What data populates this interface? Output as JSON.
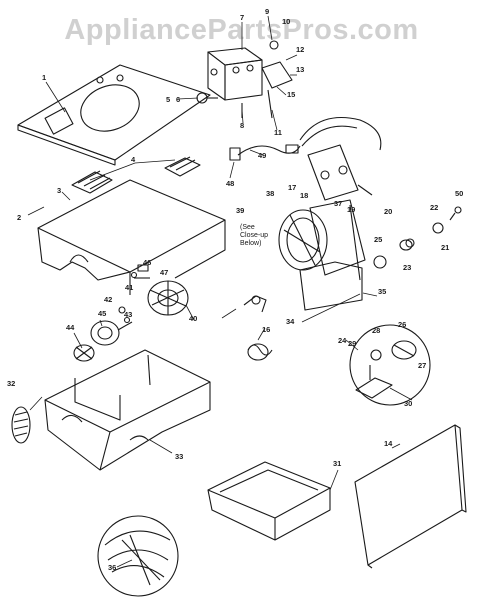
{
  "watermark": "AppliancePartsPros.com",
  "callouts": [
    {
      "id": "p1",
      "text": "1"
    },
    {
      "id": "p2",
      "text": "2"
    },
    {
      "id": "p3",
      "text": "3"
    },
    {
      "id": "p4",
      "text": "4"
    },
    {
      "id": "p5",
      "text": "5"
    },
    {
      "id": "p7",
      "text": "7"
    },
    {
      "id": "p8",
      "text": "8"
    },
    {
      "id": "p9",
      "text": "9"
    },
    {
      "id": "p10",
      "text": "10"
    },
    {
      "id": "p11",
      "text": "11"
    },
    {
      "id": "p12",
      "text": "12"
    },
    {
      "id": "p13",
      "text": "13"
    },
    {
      "id": "p14",
      "text": "14"
    },
    {
      "id": "p15",
      "text": "15"
    },
    {
      "id": "p16",
      "text": "16"
    },
    {
      "id": "p17",
      "text": "17"
    },
    {
      "id": "p18",
      "text": "18"
    },
    {
      "id": "p19",
      "text": "19"
    },
    {
      "id": "p20",
      "text": "20"
    },
    {
      "id": "p21",
      "text": "21"
    },
    {
      "id": "p22",
      "text": "22"
    },
    {
      "id": "p23",
      "text": "23"
    },
    {
      "id": "p24",
      "text": "24"
    },
    {
      "id": "p25",
      "text": "25"
    },
    {
      "id": "p26",
      "text": "26"
    },
    {
      "id": "p27",
      "text": "27"
    },
    {
      "id": "p28",
      "text": "28"
    },
    {
      "id": "p29",
      "text": "29"
    },
    {
      "id": "p30",
      "text": "30"
    },
    {
      "id": "p31",
      "text": "31"
    },
    {
      "id": "p32",
      "text": "32"
    },
    {
      "id": "p33",
      "text": "33"
    },
    {
      "id": "p34",
      "text": "34"
    },
    {
      "id": "p35",
      "text": "35"
    },
    {
      "id": "p36",
      "text": "36"
    },
    {
      "id": "p37",
      "text": "37"
    },
    {
      "id": "p38",
      "text": "38"
    },
    {
      "id": "p39",
      "text": "39"
    },
    {
      "id": "p40",
      "text": "40"
    },
    {
      "id": "p41",
      "text": "41"
    },
    {
      "id": "p42",
      "text": "42"
    },
    {
      "id": "p43",
      "text": "43"
    },
    {
      "id": "p44",
      "text": "44"
    },
    {
      "id": "p45",
      "text": "45"
    },
    {
      "id": "p46",
      "text": "46"
    },
    {
      "id": "p47",
      "text": "47"
    },
    {
      "id": "p48",
      "text": "48"
    },
    {
      "id": "p49",
      "text": "49"
    },
    {
      "id": "p50",
      "text": "50"
    },
    {
      "id": "p6",
      "text": "6"
    }
  ],
  "note_lines": [
    "(See",
    "Close-up",
    "Below)"
  ],
  "colors": {
    "ink": "#1a1a1a",
    "watermark": "#aaaaaa",
    "background": "#ffffff"
  }
}
